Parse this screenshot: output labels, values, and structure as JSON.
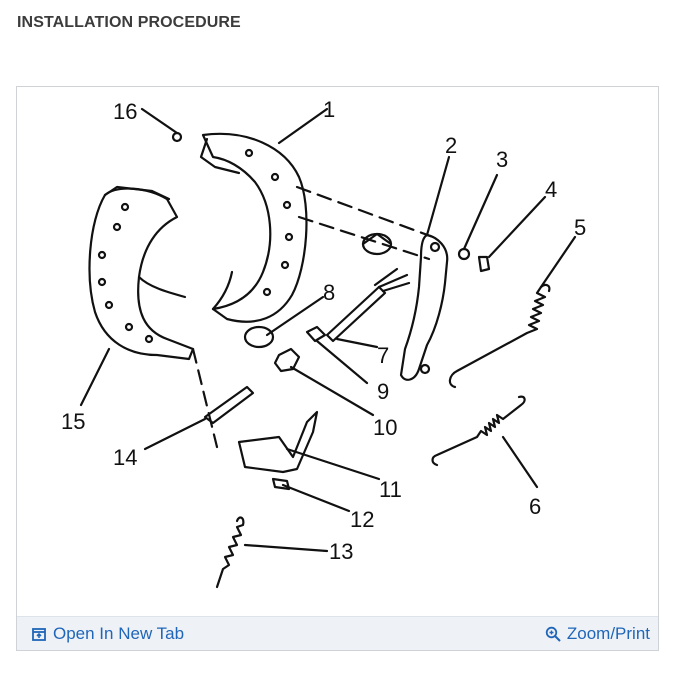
{
  "page": {
    "heading": "INSTALLATION PROCEDURE"
  },
  "diagram": {
    "callouts": [
      "1",
      "2",
      "3",
      "4",
      "5",
      "6",
      "7",
      "8",
      "9",
      "10",
      "11",
      "12",
      "13",
      "14",
      "15",
      "16"
    ]
  },
  "toolbar": {
    "open_new_tab": {
      "label": "Open In New Tab",
      "icon": "open-new-tab-icon"
    },
    "zoom_print": {
      "label": "Zoom/Print",
      "icon": "zoom-icon"
    }
  },
  "colors": {
    "link": "#1f65b8",
    "toolbar_bg": "#eef2f7",
    "frame_border": "#cfd3d8"
  }
}
